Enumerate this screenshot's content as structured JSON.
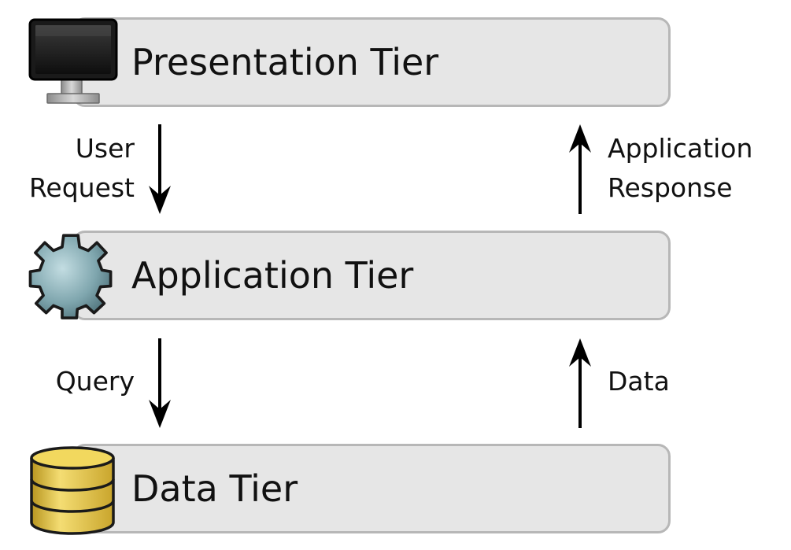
{
  "tiers": {
    "presentation": "Presentation Tier",
    "application": "Application Tier",
    "data": "Data Tier"
  },
  "flows": {
    "user_request": [
      "User",
      "Request"
    ],
    "application_response": [
      "Application",
      "Response"
    ],
    "query": "Query",
    "data": "Data"
  },
  "icons": {
    "presentation": "monitor-icon",
    "application": "gear-icon",
    "data": "database-icon"
  },
  "colors": {
    "tier_fill": "#e6e6e6",
    "tier_border": "#b7b7b7",
    "gear_fill": "#7fa6ae",
    "database_fill": "#e6c84a",
    "arrow": "#000000"
  }
}
